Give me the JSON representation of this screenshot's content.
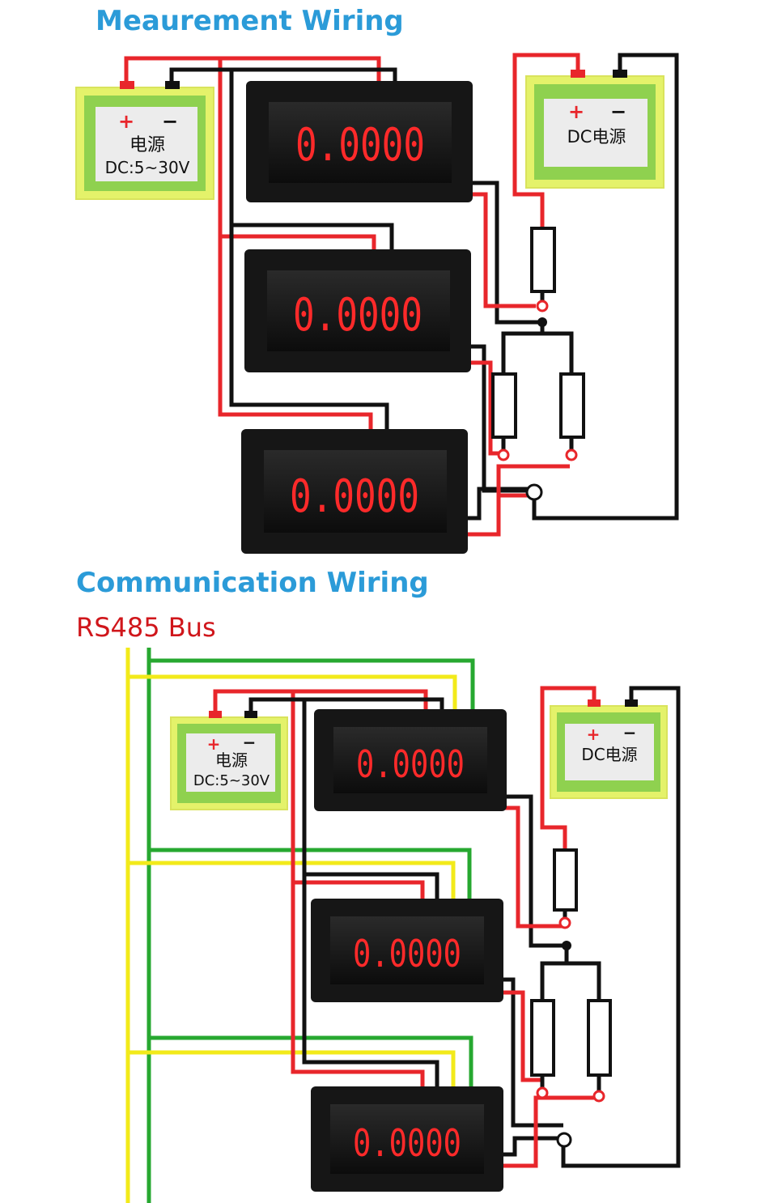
{
  "sections": {
    "measurement_title": "Meaurement Wiring",
    "communication_title": "Communication Wiring",
    "bus_label": "RS485 Bus"
  },
  "meter": {
    "reading": "0.0000"
  },
  "supply_meter": {
    "plus": "+",
    "minus": "−",
    "name": "电源",
    "range": "DC:5~30V"
  },
  "supply_dc": {
    "plus": "+",
    "minus": "−",
    "name": "DC电源"
  },
  "colors": {
    "heading": "#2b9bd8",
    "bus_label": "#d0161b",
    "wire_red": "#e8262b",
    "wire_black": "#111111",
    "wire_yellow": "#f2ea1a",
    "wire_green": "#27a830",
    "meter_digits": "#ff2a2a",
    "supply_outer": "#e4f26a",
    "supply_inner": "#8fd14f"
  }
}
